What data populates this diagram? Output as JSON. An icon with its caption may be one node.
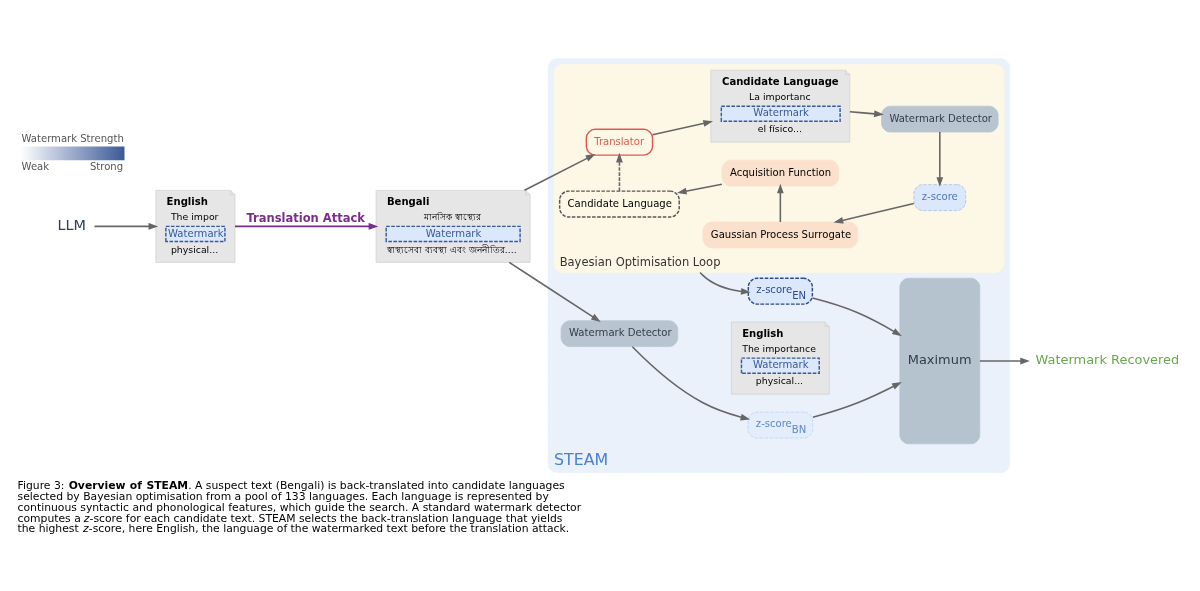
{
  "diagram": {
    "caption": "Figure 3: **Overview of STEAM**. A suspect text (Bengali) is back-translated into candidate languages selected by Bayesian optimisation from a pool of 133 languages. Each language is represented by continuous syntactic and phonological features, which guide the search. A standard watermark detector computes a *z*-score for each candidate text. STEAM selects the back-translation language that yields the highest *z*-score, here English, the language of the watermarked text before the translation attack.",
    "nodes": [
      {
        "text": [
          "LLM"
        ]
      },
      {
        "text": [
          "English",
          "The impor",
          "Watermark",
          "physical..."
        ]
      },
      {
        "text": [
          "Bengali",
          "মানসিক স্বাস্থ্যের",
          "Watermark",
          "স্বাস্থ্যসেবা ব্যবস্থা এবং জননীতির...."
        ]
      },
      {
        "text": [
          "STEAM"
        ]
      },
      {
        "text": [
          "Bayesian Optimisation Loop"
        ],
        "in": 3
      },
      {
        "text": [
          "Translator"
        ],
        "in": 4
      },
      {
        "text": [
          "Candidate Language",
          "La importanc",
          "Watermark",
          "el físico..."
        ],
        "in": 4
      },
      {
        "text": [
          "Watermark Detector"
        ],
        "in": 4
      },
      {
        "text": [
          "z-score"
        ],
        "in": 4
      },
      {
        "text": [
          "Gaussian Process Surrogate"
        ],
        "in": 4
      },
      {
        "text": [
          "Acquisition Function"
        ],
        "in": 4
      },
      {
        "text": [
          "Candidate Language"
        ],
        "in": 4
      },
      {
        "text": [
          "English",
          "The importance",
          "Watermark",
          "physical..."
        ],
        "in": 3
      },
      {
        "text": [
          "z-score$_{EN}$"
        ],
        "in": 3
      },
      {
        "text": [
          "Maximum"
        ],
        "in": 3
      },
      {
        "text": [
          "Watermark Detector"
        ],
        "in": 3
      },
      {
        "text": [
          "z-score$_{BN}$"
        ],
        "in": 3
      },
      {
        "text": [
          "Watermark Recovered"
        ]
      }
    ],
    "edges": [
      {
        "from": 0,
        "to": 1,
        "arrow": "to"
      },
      {
        "from": 1,
        "to": 2,
        "arrow": "to",
        "label": "Translation Attack",
        "color": "#7b2d8e"
      },
      {
        "from": 2,
        "to": 5,
        "arrow": "to"
      },
      {
        "from": 5,
        "to": 6,
        "arrow": "to"
      },
      {
        "from": 6,
        "to": 7,
        "arrow": "to"
      },
      {
        "from": 7,
        "to": 8,
        "arrow": "to"
      },
      {
        "from": 8,
        "to": 9,
        "arrow": "to"
      },
      {
        "from": 9,
        "to": 10,
        "arrow": "to"
      },
      {
        "from": 10,
        "to": 11,
        "arrow": "to"
      },
      {
        "from": 11,
        "to": 5,
        "arrow": "to",
        "style": "dashed"
      },
      {
        "from": 4,
        "to": 13,
        "arrow": "to"
      },
      {
        "from": 13,
        "to": 14,
        "arrow": "to"
      },
      {
        "from": 2,
        "to": 15,
        "arrow": "to"
      },
      {
        "from": 15,
        "to": 16,
        "arrow": "to"
      },
      {
        "from": 16,
        "to": 14,
        "arrow": "to"
      },
      {
        "from": 14,
        "to": 17,
        "arrow": "to"
      }
    ],
    "labels": [
      "Watermark Strength",
      "Weak",
      "Strong"
    ]
  }
}
